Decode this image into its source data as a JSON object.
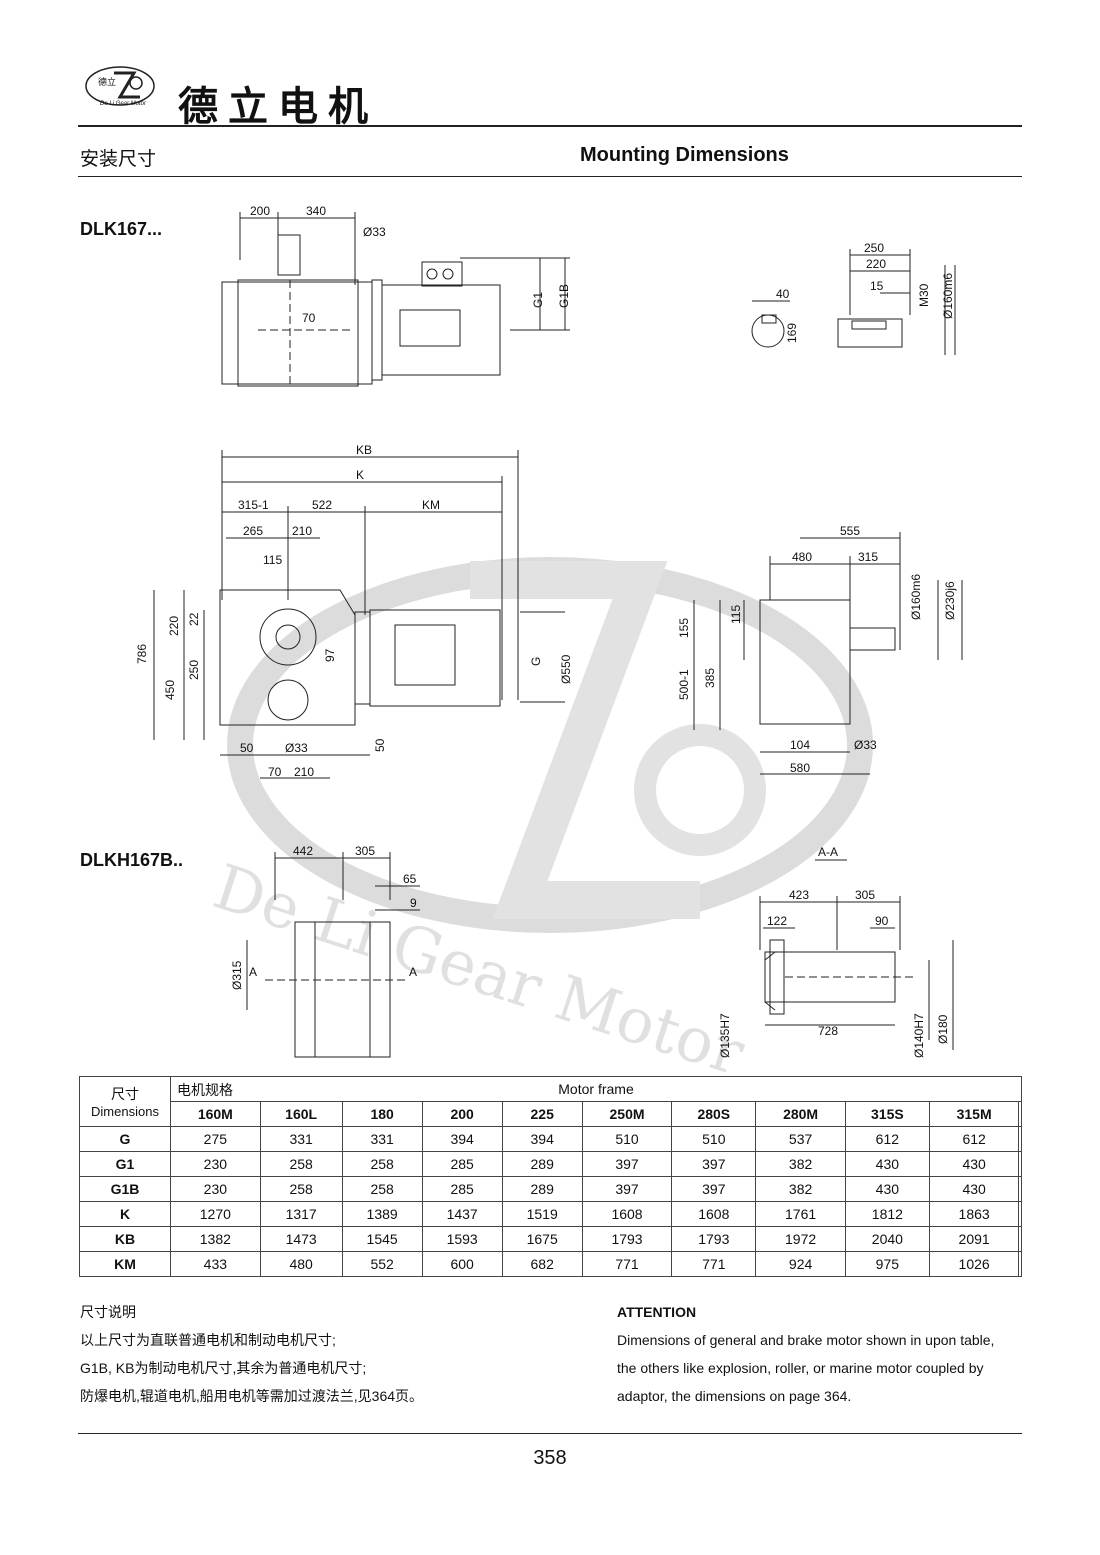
{
  "header": {
    "brand_cn": "德立电机",
    "logo_text": "De Li Gear Motor",
    "logo_chars": "德立"
  },
  "section": {
    "title_cn": "安装尺寸",
    "title_en": "Mounting Dimensions"
  },
  "models": {
    "top": "DLK167...",
    "bottom": "DLKH167B.."
  },
  "watermark": "De Li Gear Motor",
  "drawing_labels": {
    "d1": [
      "200",
      "340",
      "Ø33",
      "70",
      "G1",
      "G1B"
    ],
    "d2": [
      "250",
      "220",
      "15",
      "40",
      "169",
      "M30",
      "Ø160m6"
    ],
    "d3": [
      "KB",
      "K",
      "315-1",
      "522",
      "KM",
      "265",
      "210",
      "115",
      "220",
      "22",
      "786",
      "250",
      "450",
      "97",
      "G",
      "Ø550",
      "50",
      "Ø33",
      "50",
      "70",
      "210"
    ],
    "d4": [
      "555",
      "480",
      "315",
      "Ø160m6",
      "Ø230j6",
      "155",
      "115",
      "500-1",
      "385",
      "104",
      "Ø33",
      "580"
    ],
    "d5": [
      "442",
      "305",
      "65",
      "9",
      "Ø315",
      "A",
      "A"
    ],
    "d6": [
      "A-A",
      "423",
      "305",
      "122",
      "90",
      "Ø135H7",
      "728",
      "Ø140H7",
      "Ø180"
    ]
  },
  "table": {
    "corner_cn": "尺寸",
    "corner_en": "Dimensions",
    "group_cn": "电机规格",
    "group_en": "Motor frame",
    "columns": [
      "160M",
      "160L",
      "180",
      "200",
      "225",
      "250M",
      "280S",
      "280M",
      "315S",
      "315M",
      ""
    ],
    "rows": [
      {
        "name": "G",
        "values": [
          "275",
          "331",
          "331",
          "394",
          "394",
          "510",
          "510",
          "537",
          "612",
          "612",
          ""
        ]
      },
      {
        "name": "G1",
        "values": [
          "230",
          "258",
          "258",
          "285",
          "289",
          "397",
          "397",
          "382",
          "430",
          "430",
          ""
        ]
      },
      {
        "name": "G1B",
        "values": [
          "230",
          "258",
          "258",
          "285",
          "289",
          "397",
          "397",
          "382",
          "430",
          "430",
          ""
        ]
      },
      {
        "name": "K",
        "values": [
          "1270",
          "1317",
          "1389",
          "1437",
          "1519",
          "1608",
          "1608",
          "1761",
          "1812",
          "1863",
          ""
        ]
      },
      {
        "name": "KB",
        "values": [
          "1382",
          "1473",
          "1545",
          "1593",
          "1675",
          "1793",
          "1793",
          "1972",
          "2040",
          "2091",
          ""
        ]
      },
      {
        "name": "KM",
        "values": [
          "433",
          "480",
          "552",
          "600",
          "682",
          "771",
          "771",
          "924",
          "975",
          "1026",
          ""
        ]
      }
    ]
  },
  "notes_cn": {
    "title": "尺寸说明",
    "lines": [
      "以上尺寸为直联普通电机和制动电机尺寸;",
      "G1B, KB为制动电机尺寸,其余为普通电机尺寸;",
      "防爆电机,辊道电机,船用电机等需加过渡法兰,见364页。"
    ]
  },
  "notes_en": {
    "title": "ATTENTION",
    "lines": [
      "Dimensions of general and brake motor shown in upon table,",
      "the others like explosion, roller, or marine motor coupled by",
      "adaptor, the dimensions on page 364."
    ]
  },
  "page_number": "358"
}
